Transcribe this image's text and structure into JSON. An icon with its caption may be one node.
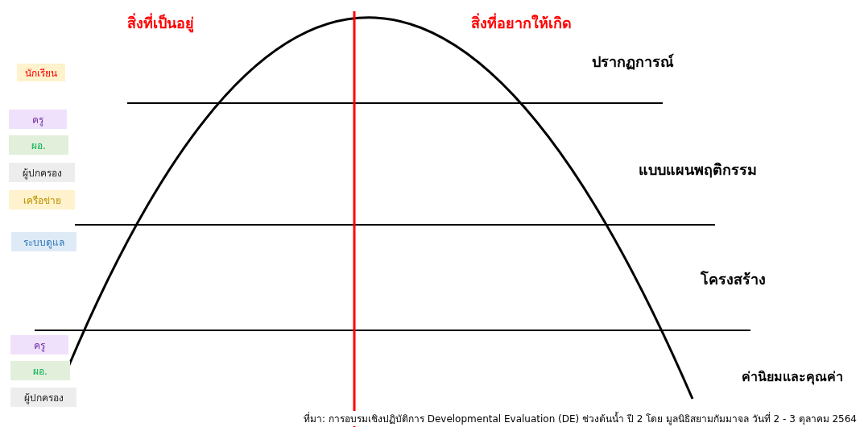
{
  "diagram": {
    "caption": "ที่มา: การอบรมเชิงปฏิบัติการ Developmental Evaluation (DE) ช่วงต้นน้ำ ปี 2 โดย มูลนิธิสยามกัมมาจล วันที่ 2 - 3 ตุลาคม 2564",
    "nodes": [
      {
        "text": [
          "นักเรียน"
        ]
      },
      {
        "text": [
          "ครู"
        ]
      },
      {
        "text": [
          "ผอ."
        ]
      },
      {
        "text": [
          "ผู้ปกครอง"
        ]
      },
      {
        "text": [
          "เครือข่าย"
        ]
      },
      {
        "text": [
          "ระบบดูแล"
        ]
      },
      {
        "text": [
          "ครู"
        ]
      },
      {
        "text": [
          "ผอ."
        ]
      },
      {
        "text": [
          "ผู้ปกครอง"
        ]
      }
    ],
    "edges": [],
    "labels": [
      "สิ่งที่เป็นอยู่",
      "สิ่งที่อยากให้เกิด",
      "ปรากฏการณ์",
      "แบบแผนพฤติกรรม",
      "โครงสร้าง",
      "ค่านิยมและคุณค่า"
    ]
  }
}
